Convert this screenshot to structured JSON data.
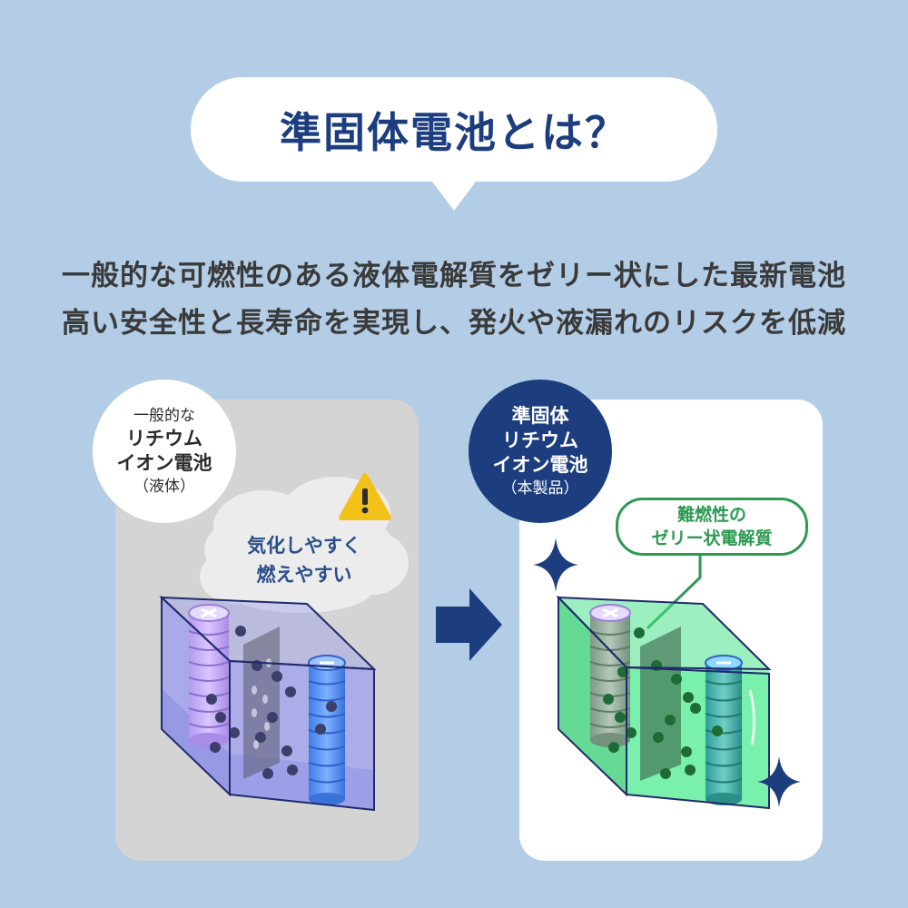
{
  "title": "準固体電池とは？",
  "subtitle_lines": [
    "一般的な可燃性のある液体電解質をゼリー状にした最新電池",
    "高い安全性と長寿命を実現し、発火や液漏れのリスクを低減"
  ],
  "left_panel": {
    "badge_lines": [
      "一般的な",
      "リチウム",
      "イオン電池",
      "（液体）"
    ],
    "warning_lines": [
      "気化しやすく",
      "燃えやすい"
    ]
  },
  "right_panel": {
    "badge_lines": [
      "準固体",
      "リチウム",
      "イオン電池",
      "（本製品）"
    ],
    "callout_lines": [
      "難燃性の",
      "ゼリー状電解質"
    ]
  },
  "icons": [
    "warning-icon",
    "arrow-right-icon",
    "sparkle-icon",
    "plus-electrode-icon",
    "minus-electrode-icon"
  ],
  "colors": {
    "background": "#b3cde6",
    "title_navy": "#1c3d7e",
    "liquid_purple": "#8b8cf0",
    "gel_green": "#4be28a",
    "callout_green": "#2c9a52",
    "warning_yellow": "#f2c21b"
  }
}
